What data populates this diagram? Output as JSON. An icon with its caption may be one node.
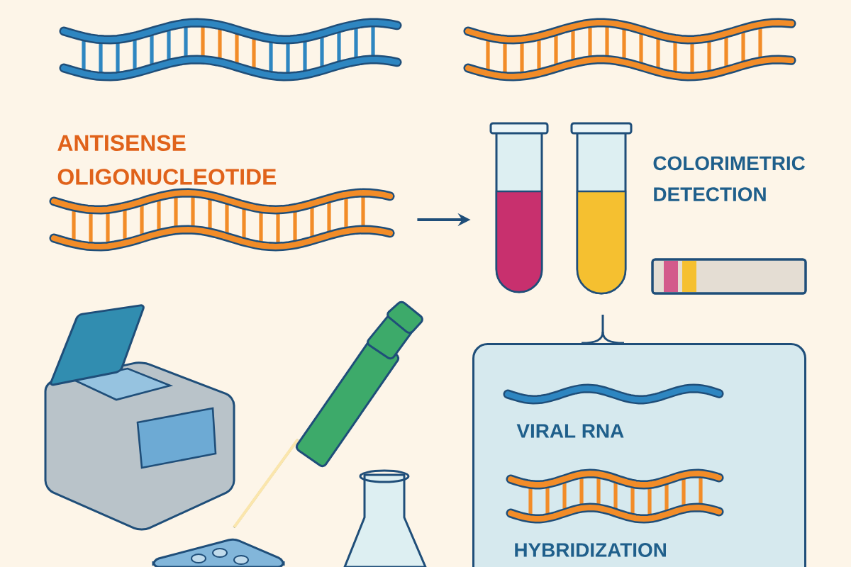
{
  "diagram": {
    "nodes": [
      {
        "text": [],
        "shape": "picture",
        "beside": [
          "ANTISENSE OLIGONUCLEOTIDE"
        ]
      },
      {
        "text": [],
        "shape": "picture"
      },
      {
        "text": [
          "VIRAL RNA",
          "HYBRIDIZATION"
        ]
      }
    ],
    "edges": [
      {
        "from": 0,
        "to": 1,
        "arrow": "to"
      }
    ],
    "labels": [
      "COLORIMETRIC DETECTION"
    ]
  }
}
